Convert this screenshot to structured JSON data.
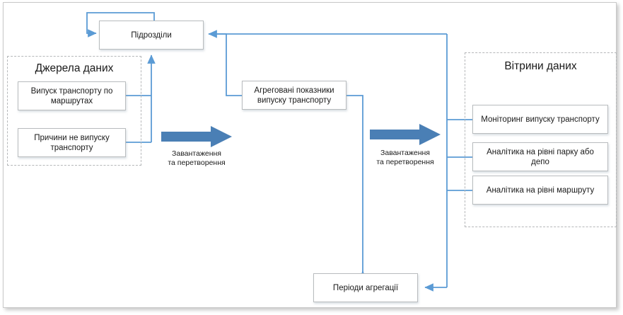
{
  "diagram": {
    "title_alt": "Data flow: sources to data marts",
    "colors": {
      "connector": "#5b9bd5",
      "block_arrow": "#4a7fb5",
      "node_border": "#b9bcbe",
      "group_border": "#b5b7b9",
      "frame_border": "#c9c9c9",
      "text": "#1a1a1a",
      "background": "#ffffff"
    },
    "groups": [
      {
        "id": "sources",
        "title": "Джерела даних"
      },
      {
        "id": "marts",
        "title": "Вітрини даних"
      }
    ],
    "nodes": [
      {
        "id": "units",
        "label": "Підрозділи"
      },
      {
        "id": "src_release",
        "label": "Випуск транспорту по маршрутах"
      },
      {
        "id": "src_reasons",
        "label": "Причини не випуску транспорту"
      },
      {
        "id": "aggregated",
        "label": "Агреговані показники випуску транспорту"
      },
      {
        "id": "mart_monitor",
        "label": "Моніторинг випуску транспорту"
      },
      {
        "id": "mart_depot",
        "label": "Аналітика на рівні парку або депо"
      },
      {
        "id": "mart_route",
        "label": "Аналітика на рівні маршруту"
      },
      {
        "id": "periods",
        "label": "Періоди агрегації"
      }
    ],
    "process_arrows": [
      {
        "id": "etl_left",
        "caption_line1": "Завантаження",
        "caption_line2": "та перетворення"
      },
      {
        "id": "etl_right",
        "caption_line1": "Завантаження",
        "caption_line2": "та перетворення"
      }
    ]
  }
}
